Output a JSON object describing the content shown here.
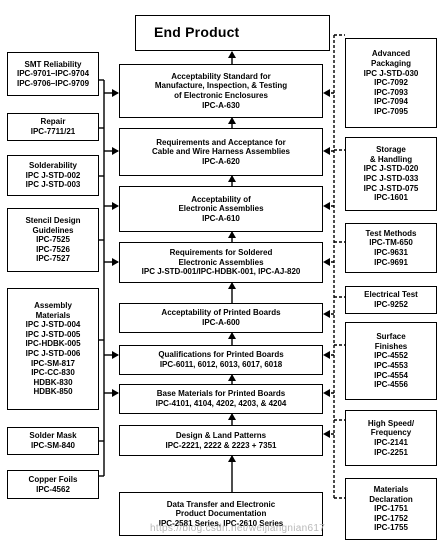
{
  "diagram": {
    "end_product": {
      "title": "End Product"
    },
    "main_chain": [
      {
        "title": "Acceptability Standard for\nManufacture, Inspection, & Testing\nof Electronic Enclosures",
        "code": "IPC-A-630"
      },
      {
        "title": "Requirements and Acceptance for\nCable and Wire Harness Assemblies",
        "code": "IPC-A-620"
      },
      {
        "title": "Acceptability of\nElectronic Assemblies",
        "code": "IPC-A-610"
      },
      {
        "title": "Requirements for Soldered\nElectronic Assemblies",
        "code": "IPC J-STD-001/IPC-HDBK-001, IPC-AJ-820"
      },
      {
        "title": "Acceptability of Printed Boards",
        "code": "IPC-A-600"
      },
      {
        "title": "Qualifications for Printed Boards",
        "code": "IPC-6011, 6012, 6013, 6017, 6018"
      },
      {
        "title": "Base Materials for Printed Boards",
        "code": "IPC-4101, 4104, 4202, 4203, & 4204"
      },
      {
        "title": "Design & Land Patterns",
        "code": "IPC-2221, 2222 & 2223 + 7351"
      },
      {
        "title": "Data Transfer and Electronic\nProduct Documentation",
        "code": "IPC-2581 Series, IPC-2610 Series"
      }
    ],
    "left_boxes": [
      {
        "title": "SMT Reliability",
        "code": "IPC-9701–IPC-9704\nIPC-9706–IPC-9709"
      },
      {
        "title": "Repair",
        "code": "IPC-7711/21"
      },
      {
        "title": "Solderability",
        "code": "IPC J-STD-002\nIPC J-STD-003"
      },
      {
        "title": "Stencil Design\nGuidelines",
        "code": "IPC-7525\nIPC-7526\nIPC-7527"
      },
      {
        "title": "Assembly\nMaterials",
        "code": "IPC J-STD-004\nIPC J-STD-005\nIPC-HDBK-005\nIPC J-STD-006\nIPC-SM-817\nIPC-CC-830\nHDBK-830\nHDBK-850"
      },
      {
        "title": "Solder Mask",
        "code": "IPC-SM-840"
      },
      {
        "title": "Copper Foils",
        "code": "IPC-4562"
      }
    ],
    "right_boxes": [
      {
        "title": "Advanced\nPackaging",
        "code": "IPC J-STD-030\nIPC-7092\nIPC-7093\nIPC-7094\nIPC-7095"
      },
      {
        "title": "Storage\n& Handling",
        "code": "IPC J-STD-020\nIPC J-STD-033\nIPC J-STD-075\nIPC-1601"
      },
      {
        "title": "Test Methods",
        "code": "IPC-TM-650\nIPC-9631\nIPC-9691"
      },
      {
        "title": "Electrical Test",
        "code": "IPC-9252"
      },
      {
        "title": "Surface\nFinishes",
        "code": "IPC-4552\nIPC-4553\nIPC-4554\nIPC-4556"
      },
      {
        "title": "High Speed/\nFrequency",
        "code": "IPC-2141\nIPC-2251"
      },
      {
        "title": "Materials\nDeclaration",
        "code": "IPC-1751\nIPC-1752\nIPC-1755"
      }
    ],
    "watermark": "https://blog.csdn.net/weijiangnian617"
  }
}
